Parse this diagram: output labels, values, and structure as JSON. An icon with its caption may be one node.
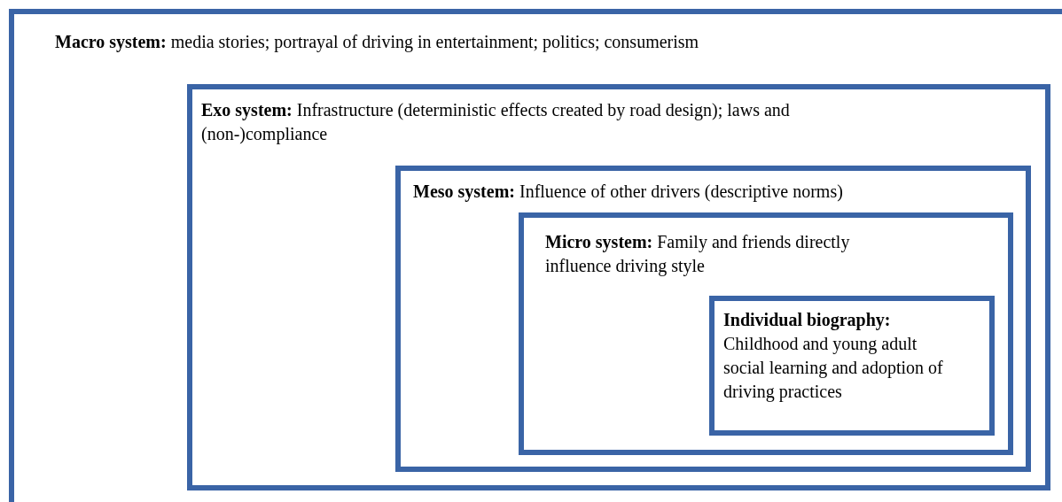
{
  "diagram": {
    "nodes": [
      {
        "text": [
          "**Macro system:** media stories; portrayal of driving in entertainment; politics; consumerism"
        ]
      },
      {
        "text": [
          "**Exo system:** Infrastructure (deterministic effects created by road design); laws and (non-)compliance"
        ],
        "in": 0
      },
      {
        "text": [
          "**Meso system:** Influence of other drivers (descriptive norms)"
        ],
        "in": 1
      },
      {
        "text": [
          "**Micro system:** Family and friends directly influence driving style"
        ],
        "in": 2
      },
      {
        "text": [
          "Individual biography:",
          "Childhood and young adult social learning and adoption of driving practices"
        ],
        "in": 3
      }
    ]
  }
}
